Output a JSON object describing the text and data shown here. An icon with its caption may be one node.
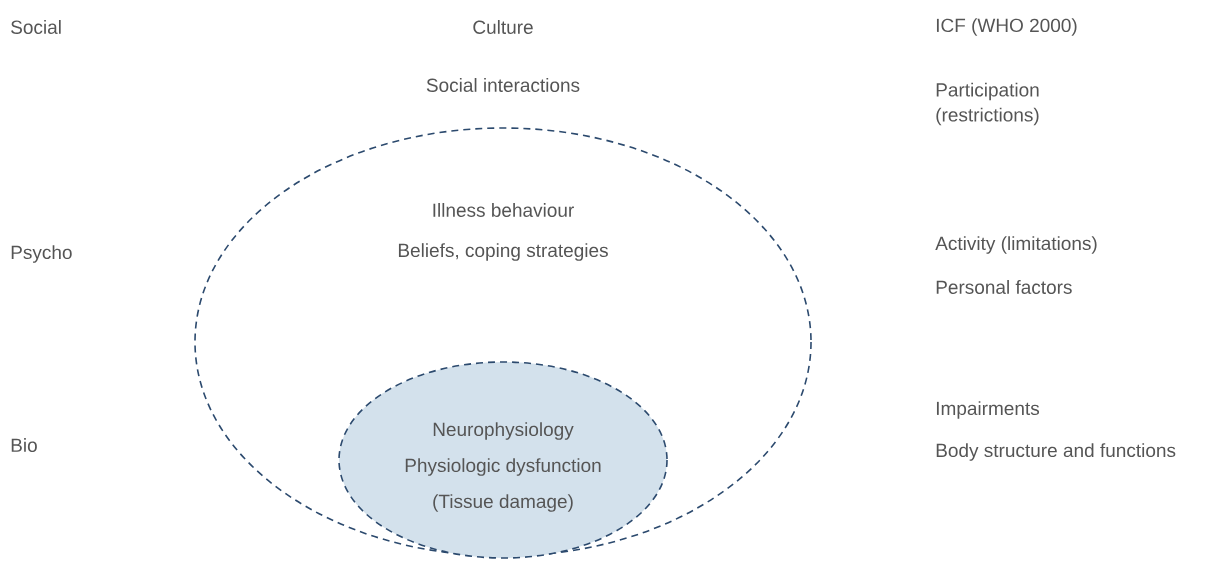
{
  "diagram": {
    "nodes": [
      {
        "text": [
          "Illness behaviour",
          "Beliefs, coping strategies"
        ]
      },
      {
        "text": [
          "Neurophysiology",
          "Physiologic dysfunction",
          "(Tissue damage)"
        ],
        "in": 0
      }
    ],
    "labels": [
      "Social",
      "Culture",
      "ICF (WHO 2000)",
      "Social interactions",
      "Participation (restrictions)",
      "Psycho",
      "Activity (limitations)",
      "Personal factors",
      "Bio",
      "Impairments",
      "Body structure and functions"
    ]
  }
}
